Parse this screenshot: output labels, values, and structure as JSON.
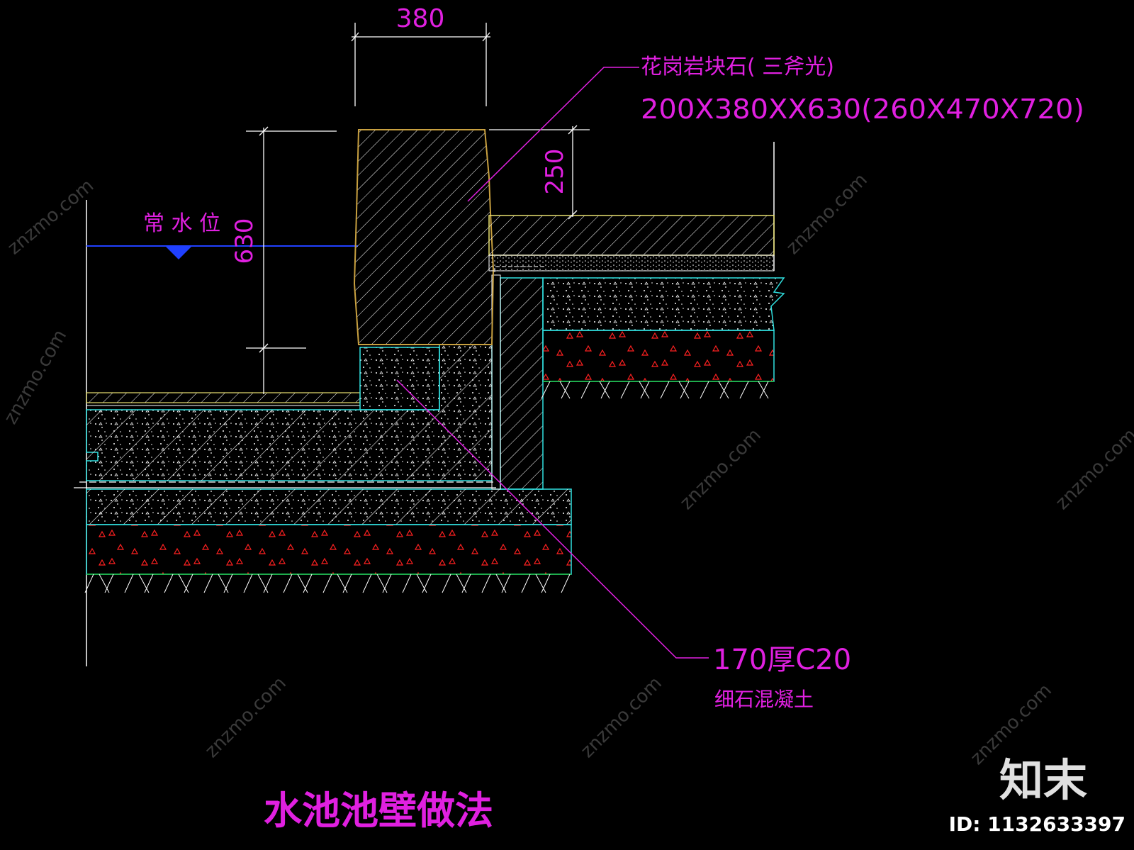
{
  "drawing_title": "水池池壁做法",
  "labels": {
    "water_level": "常 水 位",
    "stone_name": "花岗岩块石( 三斧光)",
    "stone_size": "200X380XX630(260X470X720)",
    "concrete_spec": "170厚C20",
    "concrete_name": "细石混凝土"
  },
  "dimensions": {
    "top_width": "380",
    "step_height": "250",
    "stone_height": "630"
  },
  "watermark": {
    "logo": "知末",
    "id_text": "ID: 1132633397",
    "site": "znzmo.com"
  },
  "colors": {
    "background": "#000000",
    "annotation": "#e020e0",
    "dimension_line": "#ffffff",
    "stone_outline": "#c8a040",
    "finish_layer": "#e8e070",
    "concrete_outline": "#30e0e0",
    "water_line": "#2040ff",
    "gravel_marks": "#ff2020",
    "subgrade": "#20c040"
  }
}
